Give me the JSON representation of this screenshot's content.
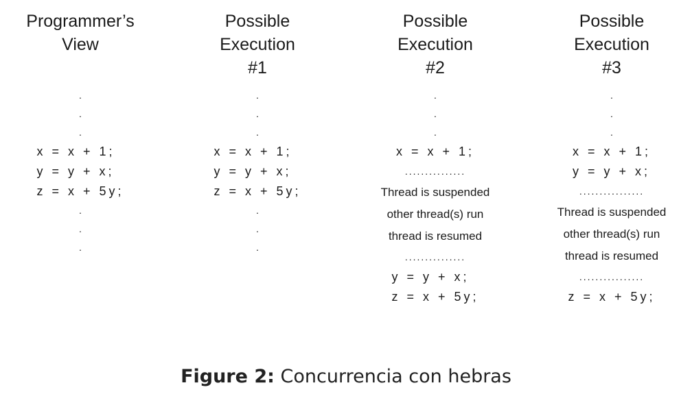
{
  "columns": [
    {
      "heading": [
        "Programmer’s",
        "View"
      ],
      "top_dots": [
        ".",
        ".",
        "."
      ],
      "block_a": [
        "x = x + 1;",
        "y = y + x;",
        "z = x + 5y;"
      ],
      "bottom_dots": [
        ".",
        ".",
        "."
      ]
    },
    {
      "heading": [
        "Possible",
        "Execution",
        "#1"
      ],
      "top_dots": [
        ".",
        ".",
        "."
      ],
      "block_a": [
        "x = x + 1;",
        "y = y + x;",
        "z = x + 5y;"
      ],
      "bottom_dots": [
        ".",
        ".",
        "."
      ]
    },
    {
      "heading": [
        "Possible",
        "Execution",
        "#2"
      ],
      "top_dots": [
        ".",
        ".",
        "."
      ],
      "block_a": [
        "x = x + 1;"
      ],
      "separator": "...............",
      "suspension_note": [
        "Thread is suspended",
        "other thread(s) run",
        "thread is resumed"
      ],
      "block_b": [
        "y = y + x;",
        "z = x + 5y;"
      ]
    },
    {
      "heading": [
        "Possible",
        "Execution",
        "#3"
      ],
      "top_dots": [
        ".",
        ".",
        "."
      ],
      "block_a": [
        "x = x + 1;",
        "y = y + x;"
      ],
      "separator": "................",
      "suspension_note": [
        "Thread is suspended",
        "other thread(s) run",
        "thread is resumed"
      ],
      "block_b": [
        "z = x + 5y;"
      ]
    }
  ],
  "caption": {
    "label": "Figure 2:",
    "text": "Concurrencia con hebras"
  }
}
